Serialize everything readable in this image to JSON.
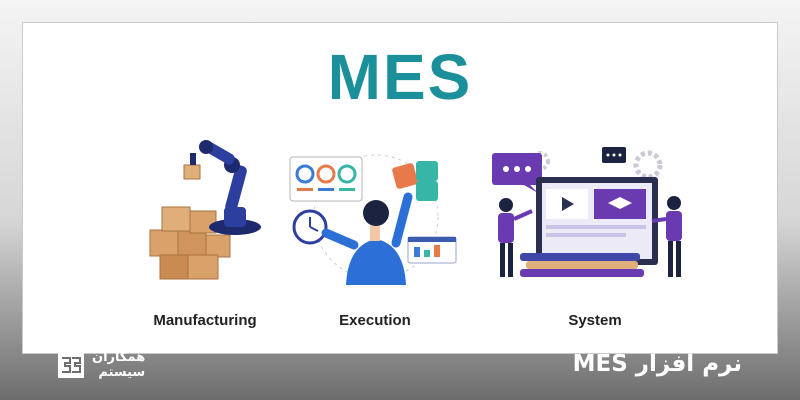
{
  "title": "MES",
  "captions": {
    "manufacturing": "Manufacturing",
    "execution": "Execution",
    "system": "System"
  },
  "footer": {
    "title": "نرم افزار MES",
    "logo_line1": "همکاران",
    "logo_line2": "سیستم"
  },
  "colors": {
    "title_teal": "#1b8f9a",
    "robot_blue": "#2c3e9e",
    "box_tan": "#d9a26a",
    "purple": "#6a3bb0",
    "orange": "#e8794a",
    "teal": "#36b6a6"
  }
}
